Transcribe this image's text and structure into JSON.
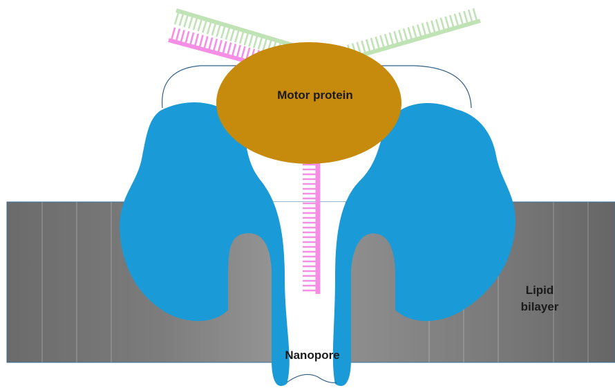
{
  "labels": {
    "motor_protein": "Motor protein",
    "lipid_line1": "Lipid",
    "lipid_line2": "bilayer",
    "nanopore": "Nanopore"
  },
  "colors": {
    "pore": "#1a9ad6",
    "motor": "#c68a0c",
    "strand_green": "#bfe3b4",
    "strand_pink": "#f58fe6",
    "membrane_dark": "#6b6b6b",
    "membrane_light": "#8e8e8e",
    "outline": "#2f5f86"
  }
}
